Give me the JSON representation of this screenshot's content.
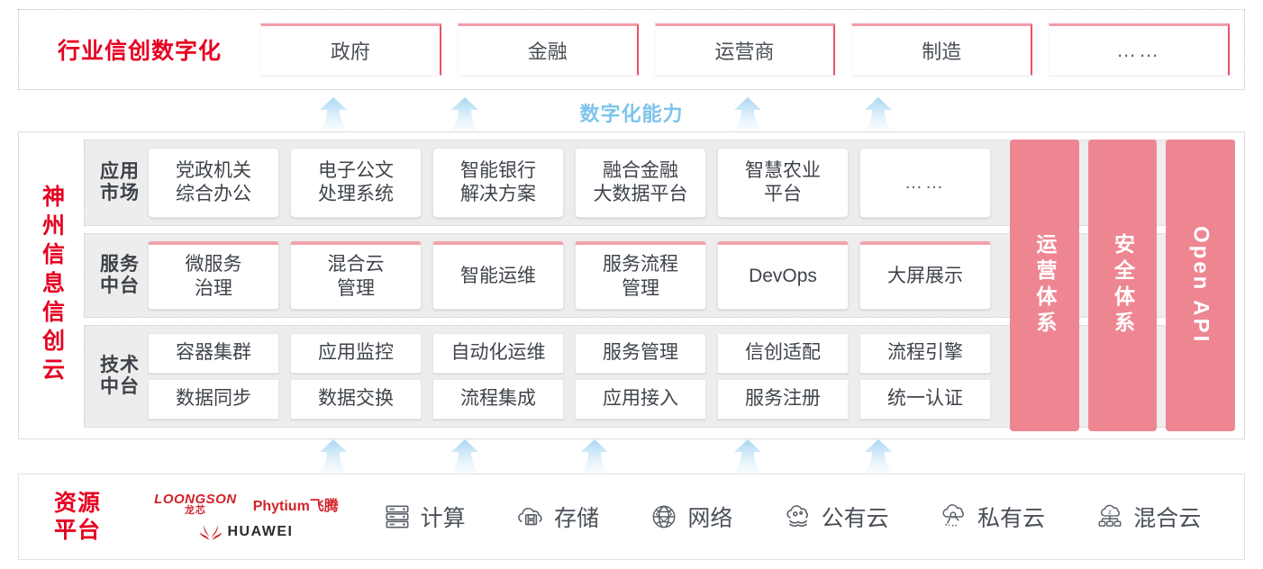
{
  "industry": {
    "title": "行业信创数字化",
    "boxes": [
      {
        "label": "政府",
        "name": "industry-box-government"
      },
      {
        "label": "金融",
        "name": "industry-box-finance"
      },
      {
        "label": "运营商",
        "name": "industry-box-operator"
      },
      {
        "label": "制造",
        "name": "industry-box-manufacturing"
      },
      {
        "label": "……",
        "name": "industry-box-more"
      }
    ]
  },
  "capability": {
    "label": "数字化能力"
  },
  "cloud": {
    "title": "神州信息信创云",
    "layers": [
      {
        "label": "应用市场",
        "cells": [
          "党政机关\n综合办公",
          "电子公文\n处理系统",
          "智能银行\n解决方案",
          "融合金融\n大数据平台",
          "智慧农业\n平台",
          "……"
        ]
      },
      {
        "label": "服务中台",
        "cells": [
          "微服务\n治理",
          "混合云\n管理",
          "智能运维",
          "服务流程\n管理",
          "DevOps",
          "大屏展示"
        ]
      },
      {
        "label": "技术中台",
        "rows": [
          [
            "容器集群",
            "应用监控",
            "自动化运维",
            "服务管理",
            "信创适配",
            "流程引擎"
          ],
          [
            "数据同步",
            "数据交换",
            "流程集成",
            "应用接入",
            "服务注册",
            "统一认证"
          ]
        ]
      }
    ],
    "pillars": [
      {
        "label": "运营体系",
        "latin": false
      },
      {
        "label": "安全体系",
        "latin": false
      },
      {
        "label": "Open API",
        "latin": true
      }
    ]
  },
  "resource": {
    "title": "资源\n平台",
    "vendors": [
      {
        "en": "LOONGSON",
        "cn": "龙芯"
      },
      {
        "en": "Phytium飞腾"
      },
      {
        "en": "HUAWEI"
      }
    ],
    "items": [
      {
        "icon": "server-rack-icon",
        "label": "计算"
      },
      {
        "icon": "cloud-storage-icon",
        "label": "存储"
      },
      {
        "icon": "network-globe-icon",
        "label": "网络"
      },
      {
        "icon": "public-cloud-icon",
        "label": "公有云"
      },
      {
        "icon": "private-cloud-icon",
        "label": "私有云"
      },
      {
        "icon": "hybrid-cloud-icon",
        "label": "混合云"
      }
    ]
  },
  "colors": {
    "brand_red": "#e60021",
    "pink": "#ee8692",
    "pink_light": "#f2a2ac",
    "arrow_blue": "#7ec4ec",
    "panel_gray": "#ededed"
  },
  "arrows": {
    "top_positions": [
      370,
      516,
      830,
      975
    ],
    "bottom_positions": [
      370,
      516,
      660,
      830,
      975
    ]
  }
}
